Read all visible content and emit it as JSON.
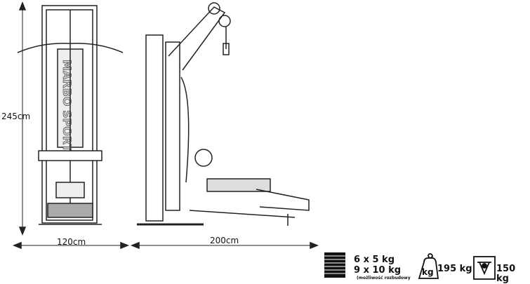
{
  "dimensions": {
    "height": "245cm",
    "width_front": "120cm",
    "width_side": "200cm"
  },
  "brand_text": "MARBO SPORT",
  "specs": {
    "stack_line1": "6 x 5 kg",
    "stack_line2": "9 x 10 kg",
    "stack_note": "(możliwość rozbudowy",
    "weight_icon_label": "kg",
    "machine_weight": "195 kg",
    "max_user_weight": "150 kg"
  },
  "icons": [
    "weight-stack-icon",
    "kg-weight-icon",
    "max-user-load-icon"
  ]
}
